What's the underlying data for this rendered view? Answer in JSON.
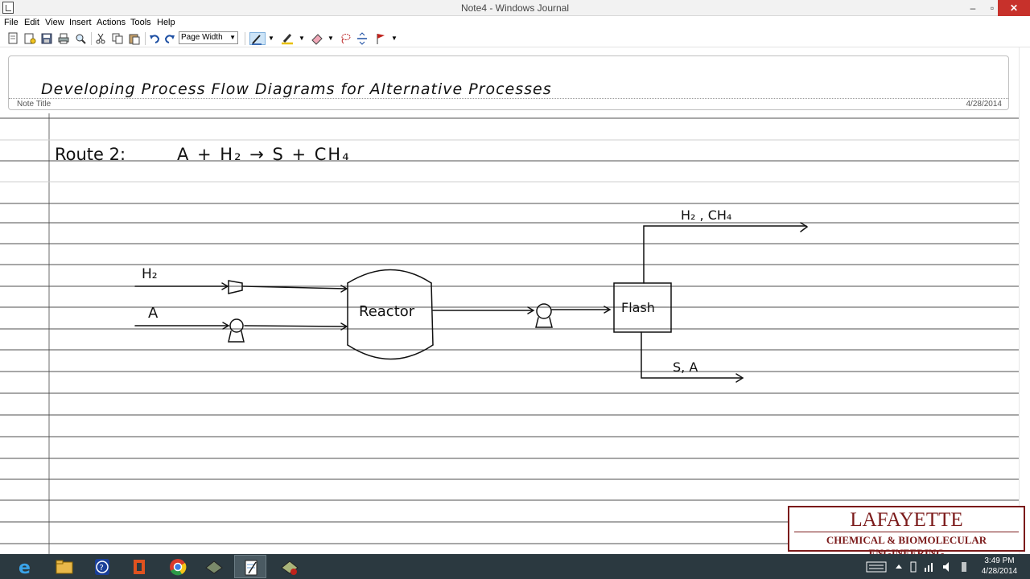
{
  "window": {
    "title": "Note4 - Windows Journal",
    "minimize": "–",
    "maximize": "▫",
    "close": "✕"
  },
  "menu": [
    "File",
    "Edit",
    "View",
    "Insert",
    "Actions",
    "Tools",
    "Help"
  ],
  "toolbar": {
    "zoom_value": "Page Width",
    "icons": [
      "new-page-icon",
      "new-note-icon",
      "save-icon",
      "print-icon",
      "find-icon",
      "cut-icon",
      "copy-icon",
      "paste-icon",
      "undo-icon",
      "redo-icon",
      "pen-icon",
      "highlighter-icon",
      "eraser-icon",
      "lasso-icon",
      "insert-space-icon",
      "flag-icon"
    ]
  },
  "note": {
    "heading": "Developing Process Flow Diagrams for Alternative Processes",
    "title_label": "Note Title",
    "date": "4/28/2014"
  },
  "handwriting": {
    "route": "Route 2:",
    "reaction": "A + H₂ → S + CH₄",
    "feed_h2": "H₂",
    "feed_a": "A",
    "reactor": "Reactor",
    "flash": "Flash",
    "top_product": "H₂ , CH₄",
    "bottom_product": "S, A"
  },
  "logo": {
    "name": "LAFAYETTE",
    "department": "CHEMICAL & BIOMOLECULAR ENGINEERING"
  },
  "taskbar": {
    "apps": [
      "internet-explorer-icon",
      "file-explorer-icon",
      "help-icon",
      "office-icon",
      "chrome-icon",
      "app-icon",
      "windows-journal-icon",
      "screen-recorder-icon"
    ],
    "time": "3:49 PM",
    "date": "4/28/2014"
  }
}
